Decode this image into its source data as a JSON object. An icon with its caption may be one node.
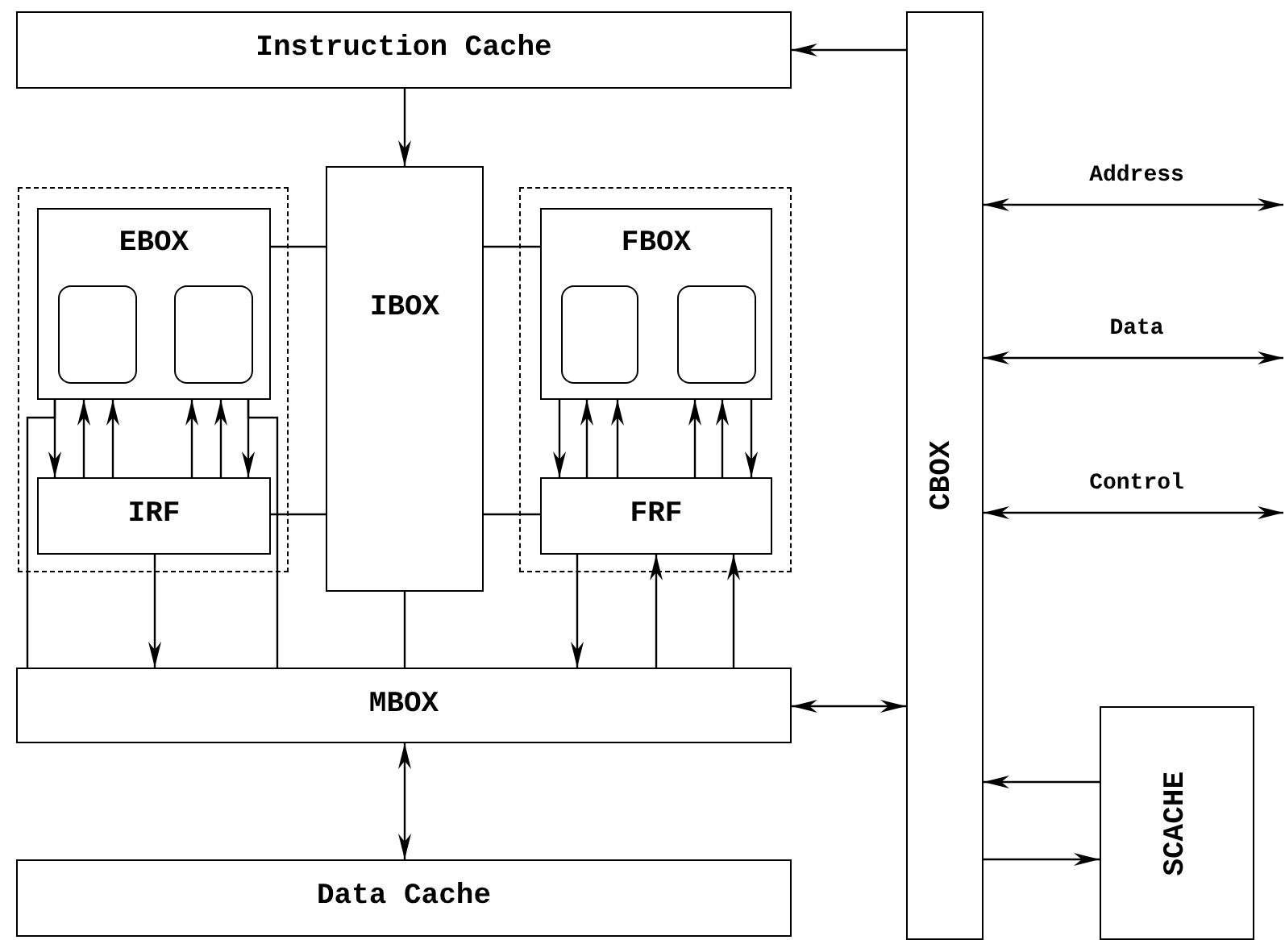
{
  "diagram": {
    "nodes": [
      {
        "text": [
          "Instruction Cache"
        ]
      },
      {
        "text": [],
        "shape": "box"
      },
      {
        "text": [
          "EBOX"
        ],
        "in": 1
      },
      {
        "text": [],
        "shape": "box",
        "in": 2
      },
      {
        "text": [],
        "shape": "box",
        "in": 2
      },
      {
        "text": [
          "IRF"
        ],
        "in": 1
      },
      {
        "text": [
          "IBOX"
        ]
      },
      {
        "text": [],
        "shape": "box"
      },
      {
        "text": [
          "FBOX"
        ],
        "in": 7
      },
      {
        "text": [],
        "shape": "box",
        "in": 8
      },
      {
        "text": [],
        "shape": "box",
        "in": 8
      },
      {
        "text": [
          "FRF"
        ],
        "in": 7
      },
      {
        "text": [
          "MBOX"
        ]
      },
      {
        "text": [
          "Data Cache"
        ]
      },
      {
        "text": [
          "CBOX"
        ]
      },
      {
        "text": [
          "SCACHE"
        ]
      }
    ],
    "edges": [
      {
        "from": 14,
        "to": 0,
        "arrow": "to"
      },
      {
        "from": 0,
        "to": 6,
        "arrow": "to"
      },
      {
        "from": 2,
        "to": 6,
        "arrow": "none"
      },
      {
        "from": 5,
        "to": 6,
        "arrow": "none"
      },
      {
        "from": 6,
        "to": 8,
        "arrow": "none"
      },
      {
        "from": 6,
        "to": 11,
        "arrow": "none"
      },
      {
        "from": 2,
        "to": 5,
        "arrow": "to"
      },
      {
        "from": 5,
        "to": 2,
        "arrow": "to"
      },
      {
        "from": 5,
        "to": 2,
        "arrow": "to"
      },
      {
        "from": 5,
        "to": 2,
        "arrow": "to"
      },
      {
        "from": 5,
        "to": 2,
        "arrow": "to"
      },
      {
        "from": 2,
        "to": 5,
        "arrow": "to"
      },
      {
        "from": 2,
        "to": 12,
        "arrow": "none"
      },
      {
        "from": 2,
        "to": 12,
        "arrow": "none"
      },
      {
        "from": 5,
        "to": 12,
        "arrow": "to"
      },
      {
        "from": 6,
        "to": 12,
        "arrow": "none"
      },
      {
        "from": 8,
        "to": 11,
        "arrow": "to"
      },
      {
        "from": 11,
        "to": 8,
        "arrow": "to"
      },
      {
        "from": 11,
        "to": 8,
        "arrow": "to"
      },
      {
        "from": 11,
        "to": 8,
        "arrow": "to"
      },
      {
        "from": 11,
        "to": 8,
        "arrow": "to"
      },
      {
        "from": 8,
        "to": 11,
        "arrow": "to"
      },
      {
        "from": 11,
        "to": 12,
        "arrow": "to"
      },
      {
        "from": 12,
        "to": 11,
        "arrow": "to"
      },
      {
        "from": 12,
        "to": 11,
        "arrow": "to"
      },
      {
        "from": 12,
        "to": 13,
        "arrow": "both"
      },
      {
        "from": 12,
        "to": 14,
        "arrow": "both"
      },
      {
        "from": 14,
        "to": null,
        "arrow": "both",
        "label": "Address"
      },
      {
        "from": 14,
        "to": null,
        "arrow": "both",
        "label": "Data"
      },
      {
        "from": 14,
        "to": null,
        "arrow": "both",
        "label": "Control"
      },
      {
        "from": 15,
        "to": 14,
        "arrow": "to"
      },
      {
        "from": 14,
        "to": 15,
        "arrow": "to"
      }
    ]
  }
}
